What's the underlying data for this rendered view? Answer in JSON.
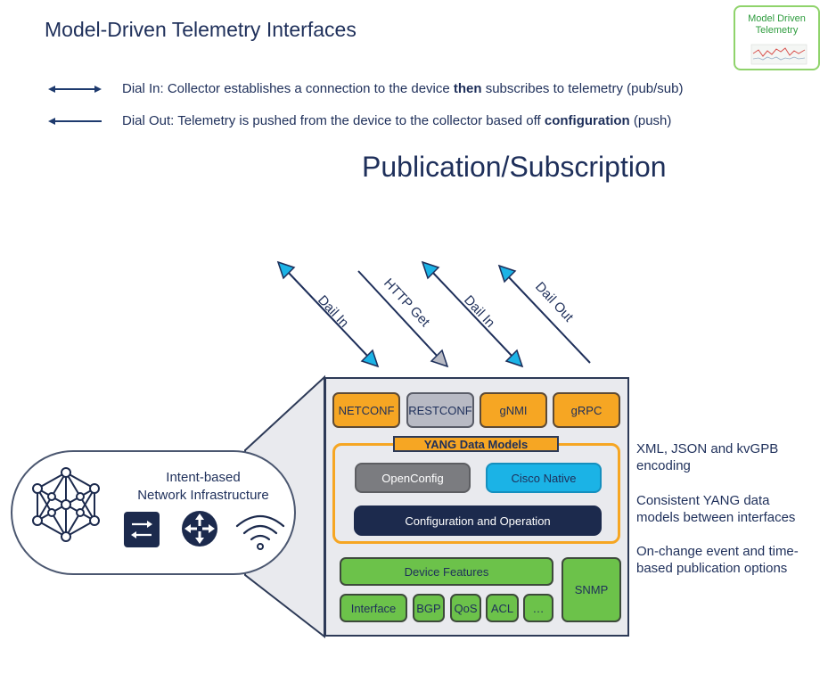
{
  "header": {
    "title": "Model-Driven Telemetry Interfaces",
    "badge": {
      "line1": "Model Driven",
      "line2": "Telemetry"
    }
  },
  "legend": {
    "dial_in": {
      "prefix": "Dial In: Collector establishes a connection to the device ",
      "bold": "then",
      "suffix": " subscribes to telemetry (pub/sub)"
    },
    "dial_out": {
      "prefix": "Dial Out: Telemetry is pushed from the device to the collector based off ",
      "bold": "configuration",
      "suffix": " (push)"
    }
  },
  "section_title": "Publication/Subscription",
  "arrows": [
    {
      "label": "Dail In",
      "color": "#1bb3e6"
    },
    {
      "label": "HTTP Get",
      "color": "#b8bac4"
    },
    {
      "label": "Dail In",
      "color": "#1bb3e6"
    },
    {
      "label": "Dail Out",
      "color": "#1bb3e6"
    }
  ],
  "infrastructure": {
    "line1": "Intent-based",
    "line2": "Network Infrastructure",
    "icons": [
      "network-mesh-icon",
      "switch-icon",
      "router-icon",
      "wireless-icon"
    ]
  },
  "protocols": [
    "NETCONF",
    "RESTCONF",
    "gNMI",
    "gRPC"
  ],
  "yang": {
    "label": "YANG Data Models",
    "openconfig": "OpenConfig",
    "native": "Cisco Native",
    "config_op": "Configuration and Operation"
  },
  "features": {
    "device_features": "Device Features",
    "snmp": "SNMP",
    "items": [
      "Interface",
      "BGP",
      "QoS",
      "ACL",
      "…"
    ]
  },
  "side_notes": [
    {
      "line1": "XML, JSON and kvGPB",
      "line2": "encoding"
    },
    {
      "line1": "Consistent YANG data",
      "line2": "models between interfaces"
    },
    {
      "line1": "On-change event and time-",
      "line2": "based publication options"
    }
  ],
  "colors": {
    "navy": "#1e2f5a",
    "orange": "#f6a623",
    "cyan": "#1bb3e6",
    "green": "#6cc24a",
    "grey": "#b8bac4"
  }
}
